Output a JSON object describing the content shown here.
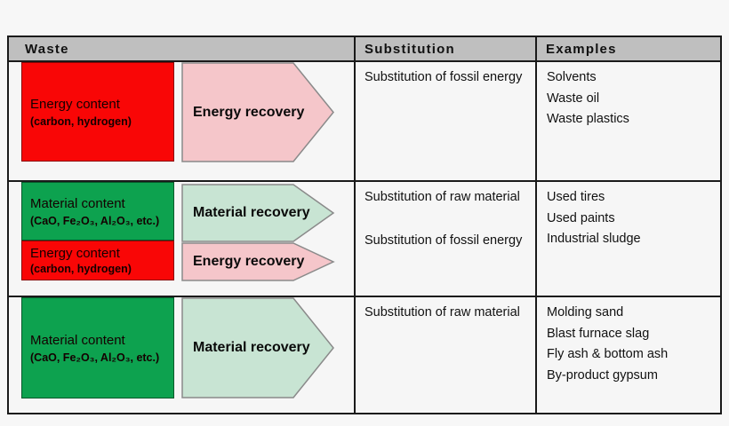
{
  "colors": {
    "page_bg": "#F7F7F7",
    "cell_bg": "#F6F6F6",
    "header_bg": "#BFBFBF",
    "border": "#1A1A1A",
    "energy_box": "#F90606",
    "material_box": "#0DA24F",
    "energy_arrow": "#F5C6CA",
    "material_arrow": "#C8E4D3",
    "arrow_stroke": "#8A8A8A",
    "text": "#111111"
  },
  "header": {
    "waste": "Waste",
    "substitution": "Substitution",
    "examples": "Examples"
  },
  "rows": [
    {
      "waste": {
        "boxes": [
          {
            "kind": "energy",
            "title": "Energy content",
            "detail": "(carbon, hydrogen)"
          }
        ],
        "arrows": [
          {
            "kind": "energy",
            "label": "Energy recovery"
          }
        ]
      },
      "substitution": [
        "Substitution of fossil energy"
      ],
      "examples": [
        "Solvents",
        "Waste oil",
        "Waste plastics"
      ]
    },
    {
      "waste": {
        "boxes": [
          {
            "kind": "material",
            "title": "Material content",
            "detail": "(CaO, Fe₂O₃, Al₂O₃, etc.)"
          },
          {
            "kind": "energy",
            "title": "Energy content",
            "detail": "(carbon, hydrogen)"
          }
        ],
        "arrows": [
          {
            "kind": "material",
            "label": "Material recovery"
          },
          {
            "kind": "energy",
            "label": "Energy recovery"
          }
        ]
      },
      "substitution": [
        "Substitution of raw material",
        "Substitution of fossil energy"
      ],
      "examples": [
        "Used tires",
        "Used paints",
        "Industrial sludge"
      ]
    },
    {
      "waste": {
        "boxes": [
          {
            "kind": "material",
            "title": "Material content",
            "detail": "(CaO, Fe₂O₃, Al₂O₃, etc.)"
          }
        ],
        "arrows": [
          {
            "kind": "material",
            "label": "Material recovery"
          }
        ]
      },
      "substitution": [
        "Substitution of raw material"
      ],
      "examples": [
        "Molding sand",
        "Blast furnace slag",
        "Fly ash & bottom ash",
        "By-product gypsum"
      ]
    }
  ]
}
